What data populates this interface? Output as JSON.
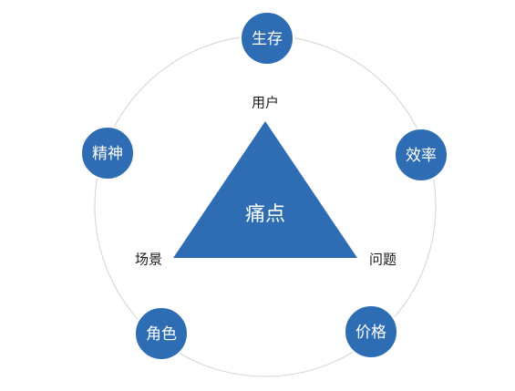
{
  "colors": {
    "node_fill": "#2E6DB4",
    "node_stroke": "#ffffff",
    "triangle_fill": "#2E6DB4",
    "ring": "#d9d9d9",
    "node_text": "#ffffff",
    "vertex_text": "#1a1a1a"
  },
  "center": {
    "label": "痛点"
  },
  "triangle": {
    "top_label": "用户",
    "left_label": "场景",
    "right_label": "问题"
  },
  "outer_nodes": [
    {
      "label": "生存"
    },
    {
      "label": "效率"
    },
    {
      "label": "价格"
    },
    {
      "label": "角色"
    },
    {
      "label": "精神"
    }
  ]
}
